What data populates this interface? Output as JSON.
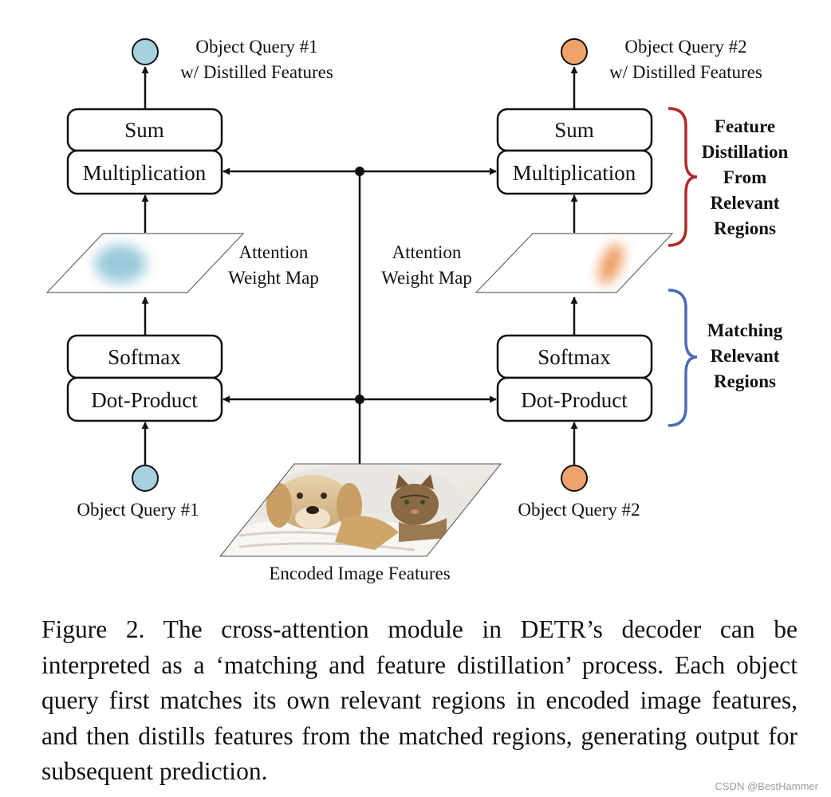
{
  "left": {
    "output_label_1": "Object Query #1",
    "output_label_2": "w/ Distilled Features",
    "sum": "Sum",
    "multiplication": "Multiplication",
    "attention_1": "Attention",
    "attention_2": "Weight Map",
    "softmax": "Softmax",
    "dot_product": "Dot-Product",
    "input_label": "Object Query #1",
    "query_color": "#a7d1de",
    "map_color": "#8fc4d6"
  },
  "right": {
    "output_label_1": "Object Query #2",
    "output_label_2": "w/ Distilled Features",
    "sum": "Sum",
    "multiplication": "Multiplication",
    "attention_1": "Attention",
    "attention_2": "Weight Map",
    "softmax": "Softmax",
    "dot_product": "Dot-Product",
    "input_label": "Object Query #2",
    "query_color": "#efa36b",
    "map_color": "#ec9253"
  },
  "encoded_label": "Encoded Image Features",
  "brace_distill": {
    "lines": [
      "Feature",
      "Distillation",
      "From",
      "Relevant",
      "Regions"
    ],
    "color": "#b02a2a"
  },
  "brace_match": {
    "lines": [
      "Matching",
      "Relevant",
      "Regions"
    ],
    "color": "#4a6cb3"
  },
  "caption": "Figure 2.  The cross-attention module in DETR’s decoder can be interpreted as a ‘matching and feature distillation’ process. Each object query first matches its own relevant regions in encoded image features, and then distills features from the matched regions, generating output for subsequent prediction.",
  "watermark": "CSDN @BestHammer"
}
